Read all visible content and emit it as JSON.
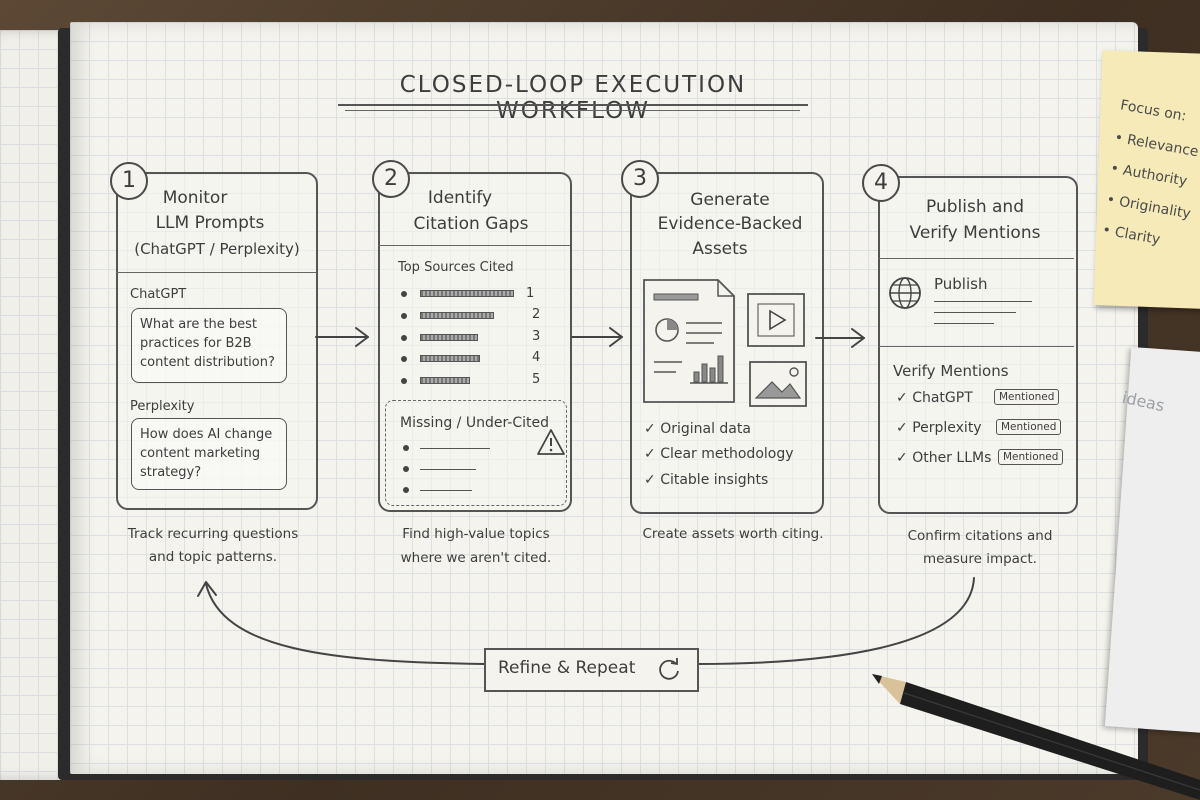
{
  "title": "CLOSED-LOOP EXECUTION WORKFLOW",
  "steps": [
    {
      "number": "1",
      "title_lines": [
        "Monitor",
        "LLM Prompts",
        "(ChatGPT / Perplexity)"
      ],
      "sources": [
        {
          "name": "ChatGPT",
          "question": "What are the best practices for B2B content distribution?"
        },
        {
          "name": "Perplexity",
          "question": "How does AI change content marketing strategy?"
        }
      ],
      "caption_lines": [
        "Track recurring questions",
        "and topic patterns."
      ]
    },
    {
      "number": "2",
      "title_lines": [
        "Identify",
        "Citation Gaps"
      ],
      "top_sources_label": "Top Sources Cited",
      "ranks": [
        "1",
        "2",
        "3",
        "4",
        "5"
      ],
      "missing_label": "Missing / Under-Cited",
      "warning_icon": "warning-triangle-icon",
      "caption_lines": [
        "Find high-value topics",
        "where we aren't cited."
      ]
    },
    {
      "number": "3",
      "title_lines": [
        "Generate",
        "Evidence-Backed",
        "Assets"
      ],
      "checks": [
        "Original data",
        "Clear methodology",
        "Citable insights"
      ],
      "caption_lines": [
        "Create assets worth citing."
      ]
    },
    {
      "number": "4",
      "title_lines": [
        "Publish and",
        "Verify Mentions"
      ],
      "publish_label": "Publish",
      "verify_label": "Verify Mentions",
      "mentions": [
        {
          "name": "ChatGPT",
          "status": "Mentioned"
        },
        {
          "name": "Perplexity",
          "status": "Mentioned"
        },
        {
          "name": "Other LLMs",
          "status": "Mentioned"
        }
      ],
      "caption_lines": [
        "Confirm citations and",
        "measure impact."
      ]
    }
  ],
  "loop": {
    "label": "Refine & Repeat",
    "icon": "refresh-icon"
  },
  "sticky_note": {
    "heading": "Focus on:",
    "items": [
      "Relevance",
      "Authority",
      "Originality",
      "Clarity"
    ]
  },
  "side_paper": {
    "text": "ideas"
  },
  "colors": {
    "ink": "#3d3d3d",
    "sticky": "#f6eab8",
    "desk": "#4a3a2c"
  }
}
